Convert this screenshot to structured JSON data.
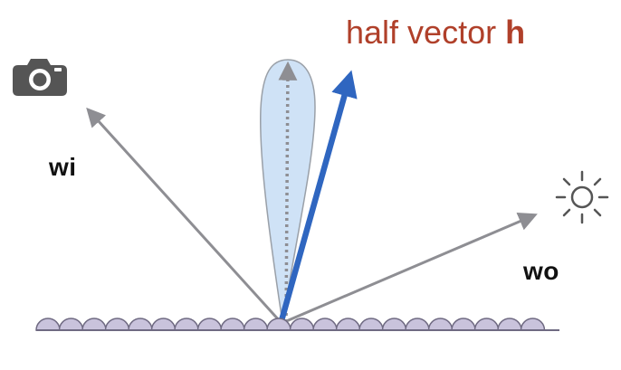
{
  "labels": {
    "half_vector_text": "half vector",
    "half_vector_symbol": "h",
    "wi": "wi",
    "wo": "wo"
  },
  "icons": {
    "camera": "camera-icon",
    "light": "sun-icon"
  },
  "colors": {
    "half_vector_label": "#b0402a",
    "half_vector_arrow": "#2f66c0",
    "direction_arrows": "#8e8e93",
    "lobe_fill": "#cfe2f6",
    "lobe_stroke": "#9aa0a8",
    "surface_bumps": "#c9c3dc",
    "surface_stroke": "#6f6a82",
    "text": "#111111",
    "icon": "#555555"
  }
}
